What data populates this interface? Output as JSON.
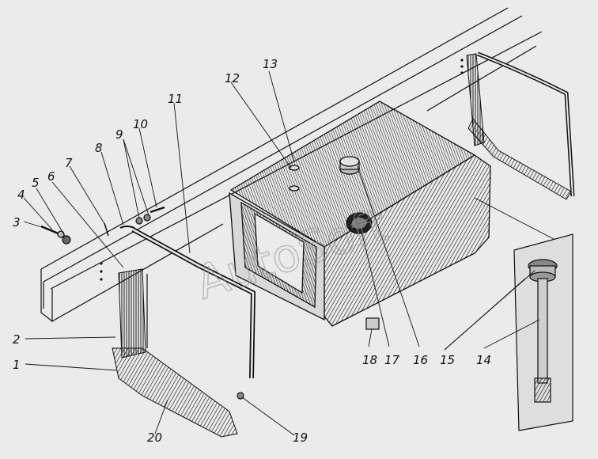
{
  "watermark": "AutoSoft",
  "colors": {
    "background": "#ebebeb",
    "ink": "#111111",
    "watermark": "#9a9a9a"
  },
  "callouts": [
    {
      "id": "1",
      "text": "1"
    },
    {
      "id": "2",
      "text": "2"
    },
    {
      "id": "3",
      "text": "3"
    },
    {
      "id": "4",
      "text": "4"
    },
    {
      "id": "5",
      "text": "5"
    },
    {
      "id": "6",
      "text": "6"
    },
    {
      "id": "7",
      "text": "7"
    },
    {
      "id": "8",
      "text": "8"
    },
    {
      "id": "9",
      "text": "9"
    },
    {
      "id": "10",
      "text": "10"
    },
    {
      "id": "11",
      "text": "11"
    },
    {
      "id": "12",
      "text": "12"
    },
    {
      "id": "13",
      "text": "13"
    },
    {
      "id": "14",
      "text": "14"
    },
    {
      "id": "15",
      "text": "15"
    },
    {
      "id": "16",
      "text": "16"
    },
    {
      "id": "17",
      "text": "17"
    },
    {
      "id": "18",
      "text": "18"
    },
    {
      "id": "19",
      "text": "19"
    },
    {
      "id": "20",
      "text": "20"
    }
  ]
}
